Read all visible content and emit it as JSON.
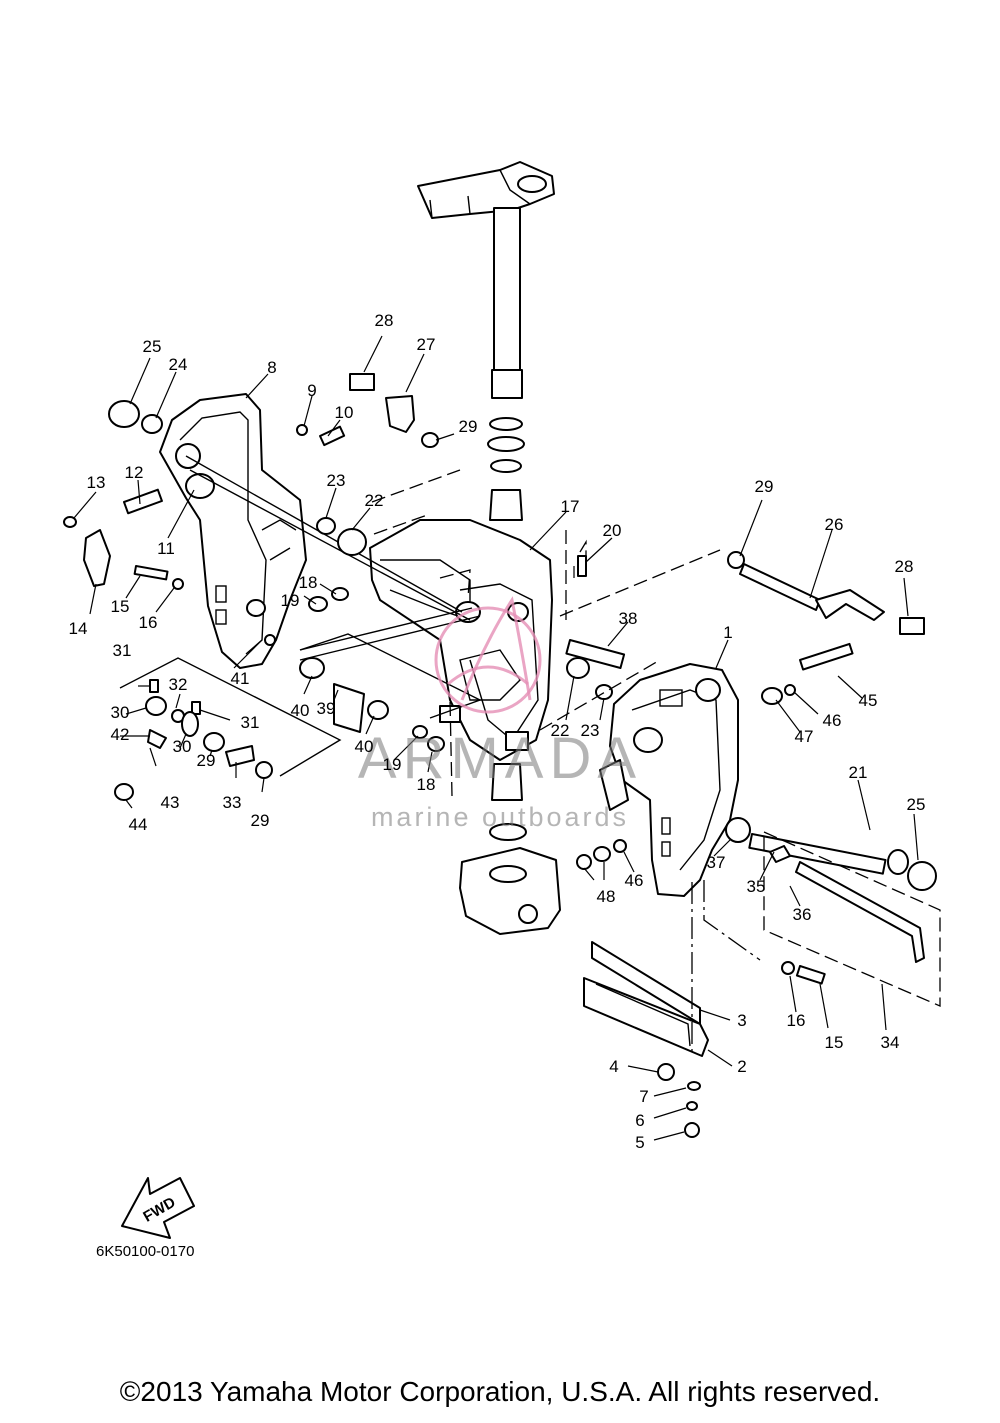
{
  "diagram": {
    "callouts": [
      "1",
      "2",
      "3",
      "4",
      "5",
      "6",
      "7",
      "8",
      "9",
      "10",
      "11",
      "12",
      "13",
      "14",
      "15",
      "15",
      "16",
      "16",
      "17",
      "18",
      "18",
      "19",
      "19",
      "20",
      "21",
      "22",
      "22",
      "23",
      "23",
      "24",
      "25",
      "25",
      "26",
      "27",
      "28",
      "28",
      "29",
      "29",
      "29",
      "29",
      "30",
      "30",
      "31",
      "31",
      "32",
      "33",
      "34",
      "35",
      "36",
      "37",
      "38",
      "39",
      "40",
      "40",
      "41",
      "42",
      "43",
      "44",
      "45",
      "46",
      "46",
      "47",
      "48"
    ],
    "drawing_code": "6K50100-0170",
    "fwd_label": "FWD"
  },
  "watermark": {
    "brand": "ARMADA",
    "tagline": "marine outboards",
    "color": "#e58fb5"
  },
  "footer": {
    "copyright": "©2013 Yamaha Motor Corporation, U.S.A. All rights reserved."
  }
}
